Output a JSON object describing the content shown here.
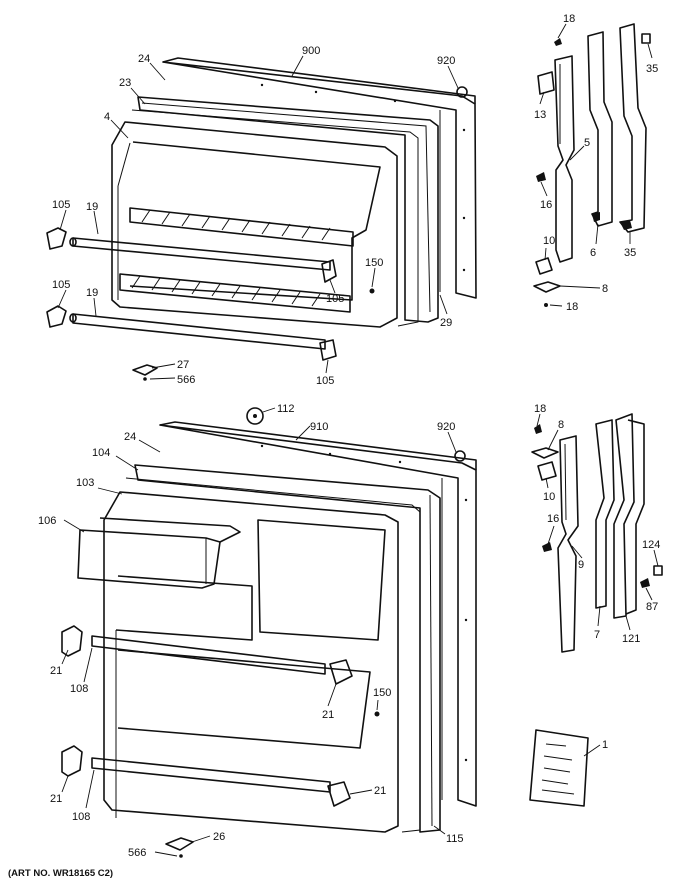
{
  "art_number": "(ART NO. WR18165 C2)",
  "callouts": {
    "upper": {
      "c900": "900",
      "c920": "920",
      "c24": "24",
      "c23": "23",
      "c4": "4",
      "c105a": "105",
      "c19a": "19",
      "c105b": "105",
      "c19b": "19",
      "c150": "150",
      "c105c": "105",
      "c29": "29",
      "c27": "27",
      "c566": "566",
      "c105d": "105"
    },
    "lower": {
      "c112": "112",
      "c910": "910",
      "c920": "920",
      "c24": "24",
      "c104": "104",
      "c103": "103",
      "c106": "106",
      "c21a": "21",
      "c108a": "108",
      "c150": "150",
      "c21b": "21",
      "c21c": "21",
      "c108b": "108",
      "c21d": "21",
      "c115": "115",
      "c26": "26",
      "c566": "566"
    },
    "upper_hinge": {
      "c18a": "18",
      "c35a": "35",
      "c13": "13",
      "c5": "5",
      "c16": "16",
      "c6": "6",
      "c35b": "35",
      "c10": "10",
      "c8": "8",
      "c18b": "18"
    },
    "lower_hinge": {
      "c18": "18",
      "c8": "8",
      "c10": "10",
      "c16": "16",
      "c9": "9",
      "c7": "7",
      "c124": "124",
      "c87": "87",
      "c121": "121",
      "c1": "1"
    }
  }
}
